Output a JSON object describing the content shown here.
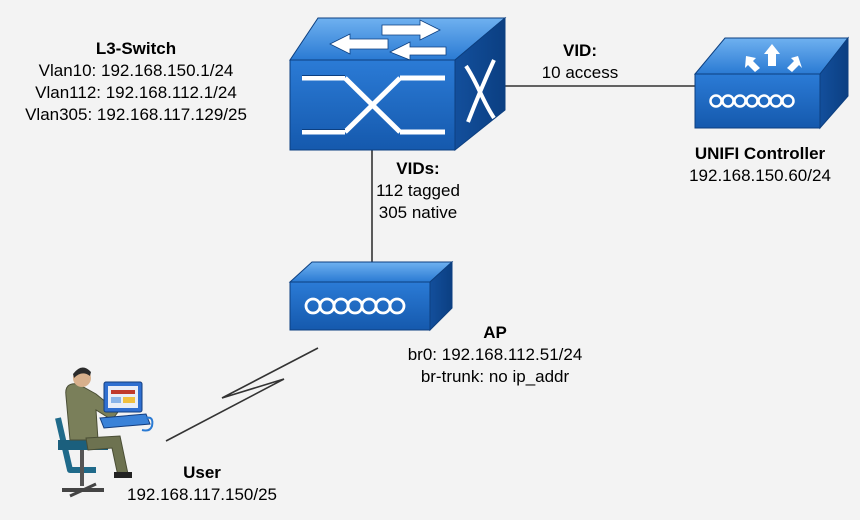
{
  "devices": {
    "l3_switch": {
      "name": "L3-Switch",
      "vlans": [
        "Vlan10: 192.168.150.1/24",
        "Vlan112: 192.168.112.1/24",
        "Vlan305: 192.168.117.129/25"
      ]
    },
    "unifi_controller": {
      "name": "UNIFI Controller",
      "ip": "192.168.150.60/24"
    },
    "ap": {
      "name": "AP",
      "br0": "br0: 192.168.112.51/24",
      "br_trunk": "br-trunk: no ip_addr"
    },
    "user": {
      "name": "User",
      "ip": "192.168.117.150/25"
    }
  },
  "links": {
    "switch_controller": {
      "title": "VID:",
      "vids": [
        "10 access"
      ]
    },
    "switch_ap": {
      "title": "VIDs:",
      "vids": [
        "112 tagged",
        "305 native"
      ]
    }
  },
  "colors": {
    "device_blue": "#1f6cc6",
    "device_dark": "#0b3f82",
    "device_light": "#5aa2ea",
    "line": "#333333",
    "background": "#f3f3f3"
  },
  "icons": [
    "switch-icon",
    "controller-icon",
    "ap-icon",
    "user-computer-icon"
  ]
}
